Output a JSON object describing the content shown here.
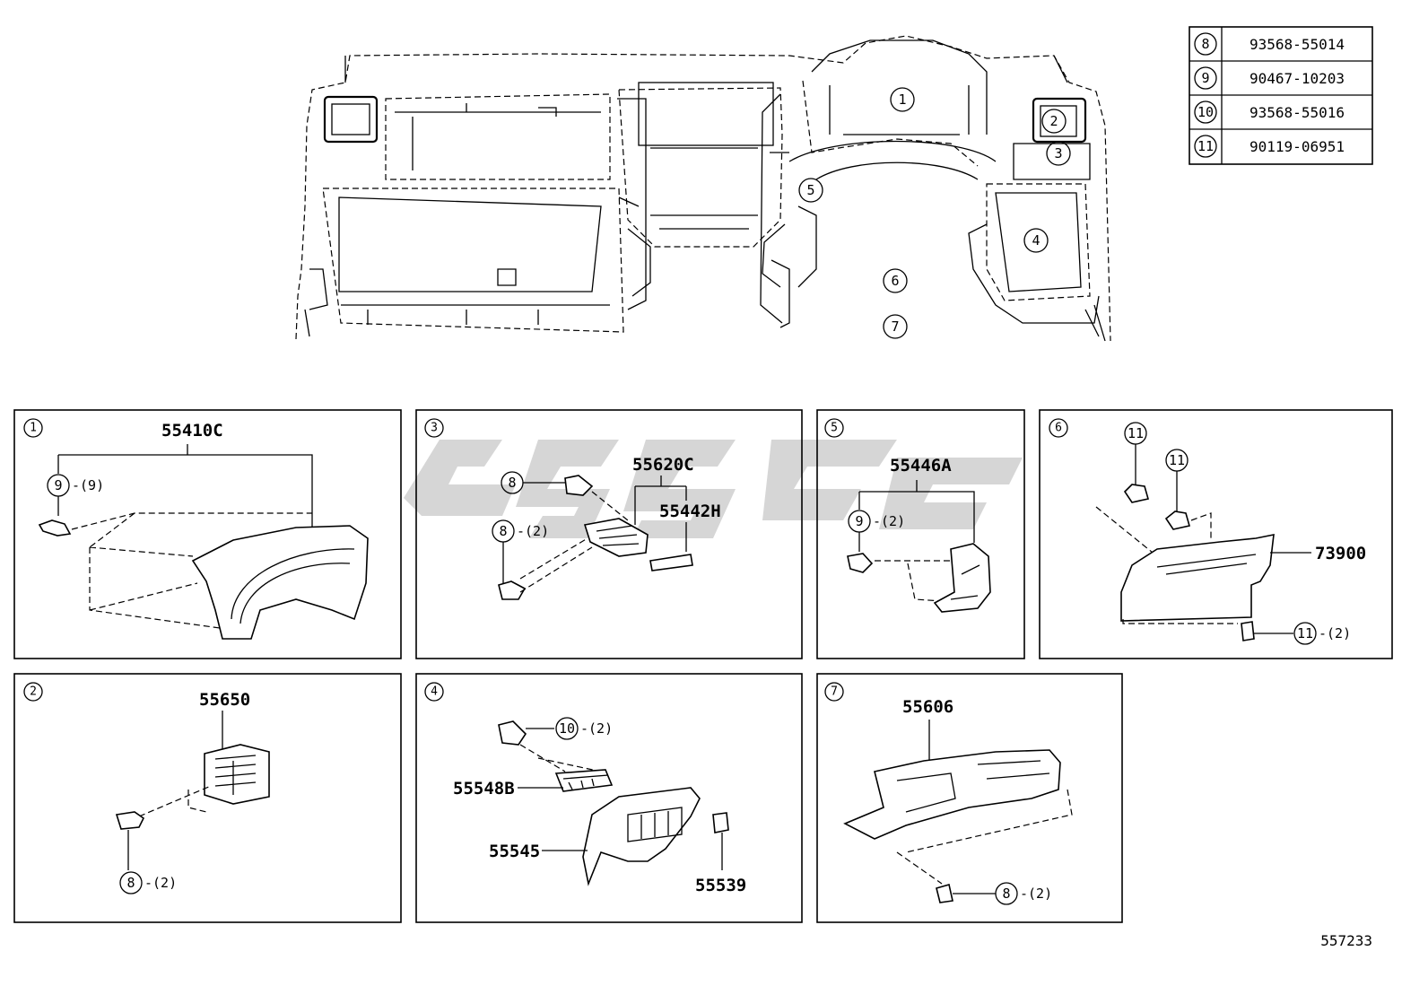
{
  "parts_table": [
    {
      "ref": "8",
      "part_no": "93568-55014"
    },
    {
      "ref": "9",
      "part_no": "90467-10203"
    },
    {
      "ref": "10",
      "part_no": "93568-55016"
    },
    {
      "ref": "11",
      "part_no": "90119-06951"
    }
  ],
  "overview_markers": [
    "1",
    "2",
    "3",
    "4",
    "5",
    "6",
    "7"
  ],
  "panels": [
    {
      "id": "1",
      "parts": [
        "55410C"
      ],
      "fasteners": [
        {
          "ref": "9",
          "qty": "-(9)"
        }
      ]
    },
    {
      "id": "2",
      "parts": [
        "55650"
      ],
      "fasteners": [
        {
          "ref": "8",
          "qty": "-(2)"
        }
      ]
    },
    {
      "id": "3",
      "parts": [
        "55620C",
        "55442H"
      ],
      "fasteners": [
        {
          "ref": "8",
          "qty": ""
        },
        {
          "ref": "8",
          "qty": "-(2)"
        }
      ]
    },
    {
      "id": "4",
      "parts": [
        "55548B",
        "55545",
        "55539"
      ],
      "fasteners": [
        {
          "ref": "10",
          "qty": "-(2)"
        }
      ]
    },
    {
      "id": "5",
      "parts": [
        "55446A"
      ],
      "fasteners": [
        {
          "ref": "9",
          "qty": "-(2)"
        }
      ]
    },
    {
      "id": "6",
      "parts": [
        "73900"
      ],
      "fasteners": [
        {
          "ref": "11",
          "qty": ""
        },
        {
          "ref": "11",
          "qty": ""
        },
        {
          "ref": "11",
          "qty": "-(2)"
        }
      ]
    },
    {
      "id": "7",
      "parts": [
        "55606"
      ],
      "fasteners": [
        {
          "ref": "8",
          "qty": "-(2)"
        }
      ]
    }
  ],
  "diagram_id": "557233"
}
